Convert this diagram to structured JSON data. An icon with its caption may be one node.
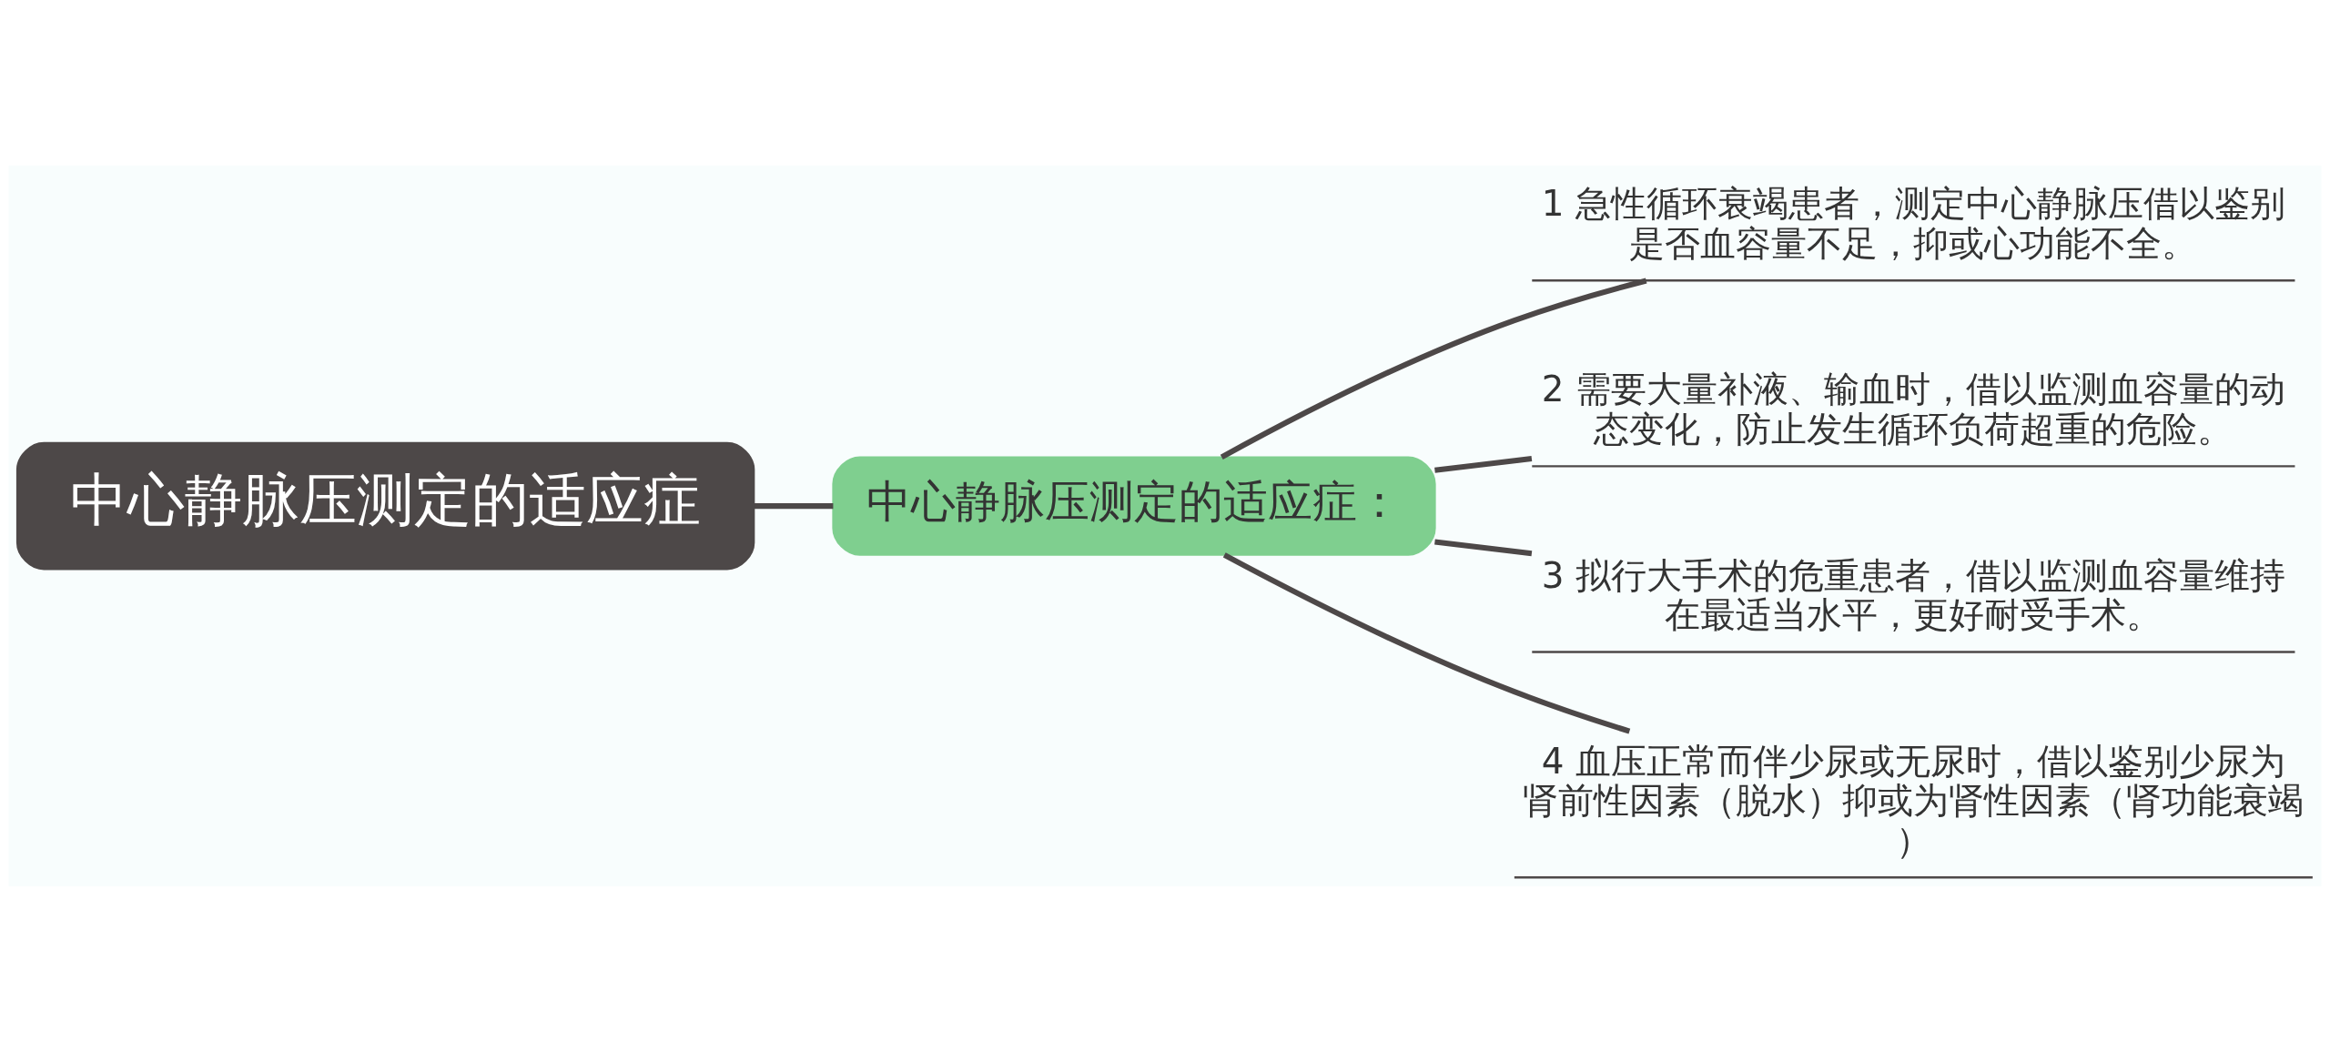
{
  "diagram": {
    "nodes": [
      {
        "text": [
          "中心静脉压测定的适应症"
        ]
      },
      {
        "text": [
          "中心静脉压测定的适应症："
        ]
      },
      {
        "text": [
          "1 急性循环衰竭患者，测定中心静脉压借以鉴别是否血容量不足，抑或心功能不全。"
        ]
      },
      {
        "text": [
          "2 需要大量补液、输血时，借以监测血容量的动态变化，防止发生循环负荷超重的危险。"
        ]
      },
      {
        "text": [
          "3 拟行大手术的危重患者，借以监测血容量维持在最适当水平，更好耐受手术。"
        ]
      },
      {
        "text": [
          "4 血压正常而伴少尿或无尿时，借以鉴别少尿为肾前性因素（脱水）抑或为肾性因素（肾功能衰竭）"
        ]
      }
    ],
    "edges": [
      {
        "from": 0,
        "to": 1,
        "arrow": "none"
      },
      {
        "from": 1,
        "to": 2,
        "arrow": "none"
      },
      {
        "from": 1,
        "to": 3,
        "arrow": "none"
      },
      {
        "from": 1,
        "to": 4,
        "arrow": "none"
      },
      {
        "from": 1,
        "to": 5,
        "arrow": "none"
      }
    ]
  }
}
